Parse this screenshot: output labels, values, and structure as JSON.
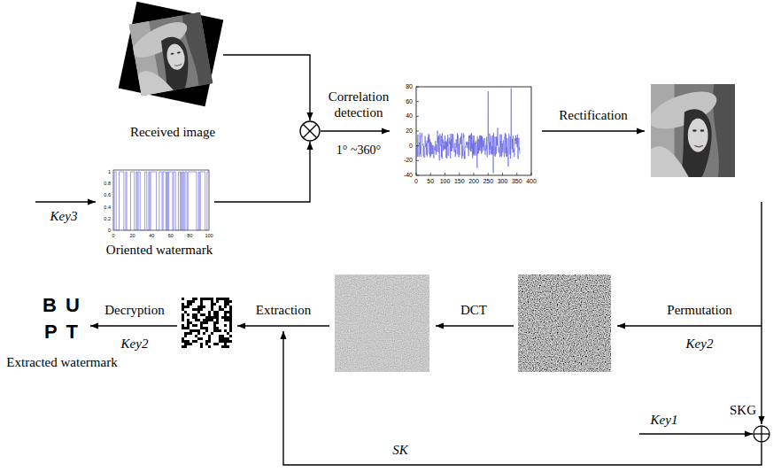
{
  "diagram": {
    "nodes": [
      {
        "text": [
          "Received image"
        ]
      },
      {
        "text": [
          "Oriented watermark"
        ]
      },
      {
        "text": [
          "B U",
          "P T",
          "Extracted watermark"
        ]
      },
      {
        "text": [
          "SKG"
        ]
      }
    ],
    "labels": [
      "Key3",
      "Correlation detection",
      "1° ~360°",
      "Rectification",
      "Permutation",
      "Key2",
      "DCT",
      "Extraction",
      "Decryption",
      "Key2",
      "SK",
      "Key1",
      "80",
      "60",
      "40",
      "20",
      "0",
      "-20",
      "-40",
      "0",
      "50",
      "100",
      "150",
      "200",
      "250",
      "300",
      "350",
      "400",
      "0",
      "20",
      "40",
      "60",
      "80",
      "100",
      "0",
      "0.2",
      "0.4",
      "0.6",
      "0.8",
      "1"
    ]
  }
}
